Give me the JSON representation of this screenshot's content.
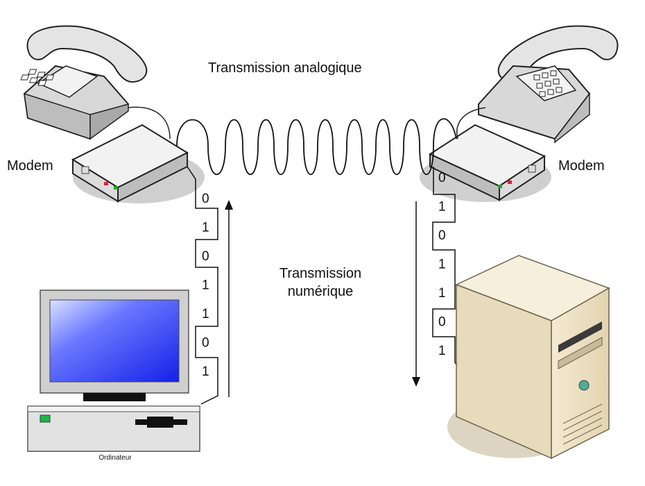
{
  "title": "Transmission analogique",
  "labels": {
    "modem_left": "Modem",
    "modem_right": "Modem",
    "digital_line1": "Transmission",
    "digital_line2": "numérique",
    "computer": "Ordinateur"
  },
  "bits_up": [
    "0",
    "1",
    "0",
    "1",
    "1",
    "0",
    "1"
  ],
  "bits_down": [
    "0",
    "1",
    "0",
    "1",
    "1",
    "0",
    "1"
  ],
  "colors": {
    "screen_top": "#c9d6ff",
    "screen_bottom": "#1f2cf0",
    "server_case": "#efe3c6",
    "server_shadow": "#d6ccb5",
    "phone_body": "#e6e6e6",
    "shadow": "#cccccc"
  },
  "icons": [
    "telephone-icon",
    "modem-icon",
    "computer-icon",
    "server-icon",
    "arrow-up-icon",
    "arrow-down-icon"
  ]
}
